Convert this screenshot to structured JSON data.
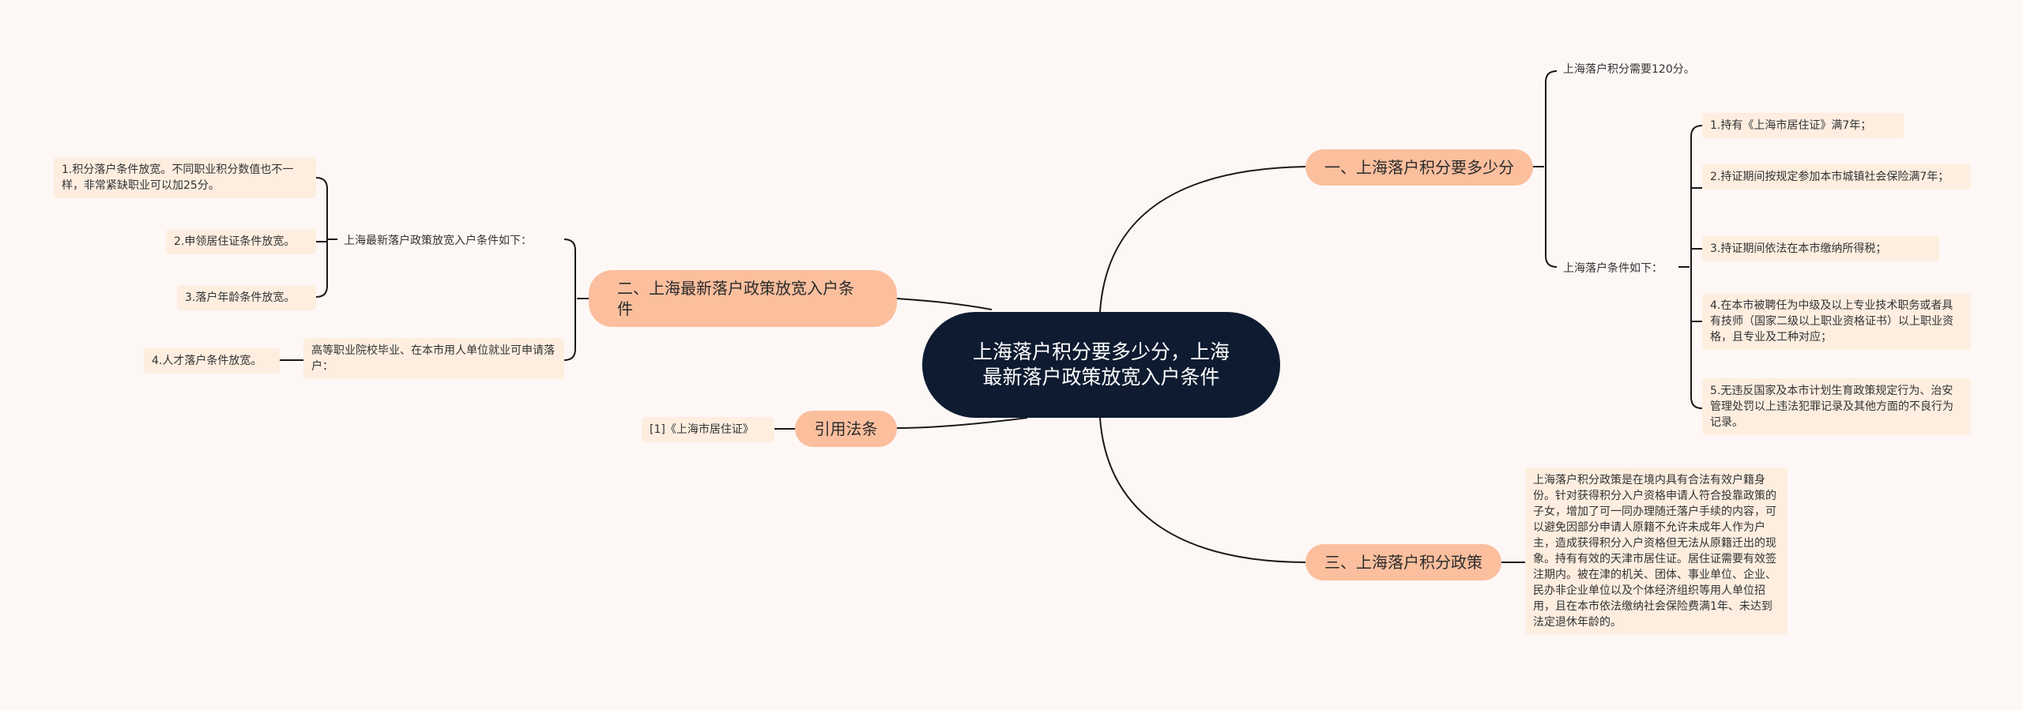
{
  "root": {
    "text": "上海落户积分要多少分，上海最新落户政策放宽入户条件"
  },
  "branches": {
    "b1": "一、上海落户积分要多少分",
    "b2": "二、上海最新落户政策放宽入户条件",
    "b3": "引用法条",
    "b4": "三、上海落户积分政策"
  },
  "b1_children": {
    "score": "上海落户积分需要120分。",
    "cond_label": "上海落户条件如下：",
    "conditions": [
      "1.持有《上海市居住证》满7年；",
      "2.持证期间按规定参加本市城镇社会保险满7年；",
      "3.持证期间依法在本市缴纳所得税；",
      "4.在本市被聘任为中级及以上专业技术职务或者具有技师（国家二级以上职业资格证书）以上职业资格，且专业及工种对应；",
      "5.无违反国家及本市计划生育政策规定行为、治安管理处罚以上违法犯罪记录及其他方面的不良行为记录。"
    ]
  },
  "b2_children": {
    "relax_label": "上海最新落户政策放宽入户条件如下：",
    "relax_items": [
      "1.积分落户条件放宽。不同职业积分数值也不一样，非常紧缺职业可以加25分。",
      "2.申领居住证条件放宽。",
      "3.落户年龄条件放宽。"
    ],
    "grad_label": "高等职业院校毕业、在本市用人单位就业可申请落户：",
    "grad_item": "4.人才落户条件放宽。"
  },
  "b3_children": {
    "law": "[1]《上海市居住证》"
  },
  "b4_children": {
    "policy": "上海落户积分政策是在境内具有合法有效户籍身份。针对获得积分入户资格申请人符合投靠政策的子女，增加了可一同办理随迁落户手续的内容，可以避免因部分申请人原籍不允许未成年人作为户主，造成获得积分入户资格但无法从原籍迁出的现象。持有有效的天津市居住证。居住证需要有效签注期内。被在津的机关、团体、事业单位、企业、民办非企业单位以及个体经济组织等用人单位招用，且在本市依法缴纳社会保险费满1年、未达到法定退休年龄的。"
  },
  "colors": {
    "root": "#0e1b30",
    "branch": "#fbbf9e",
    "leaf": "#fdeee0",
    "edge": "#1a1a1a",
    "background": "#fdf8f6"
  }
}
